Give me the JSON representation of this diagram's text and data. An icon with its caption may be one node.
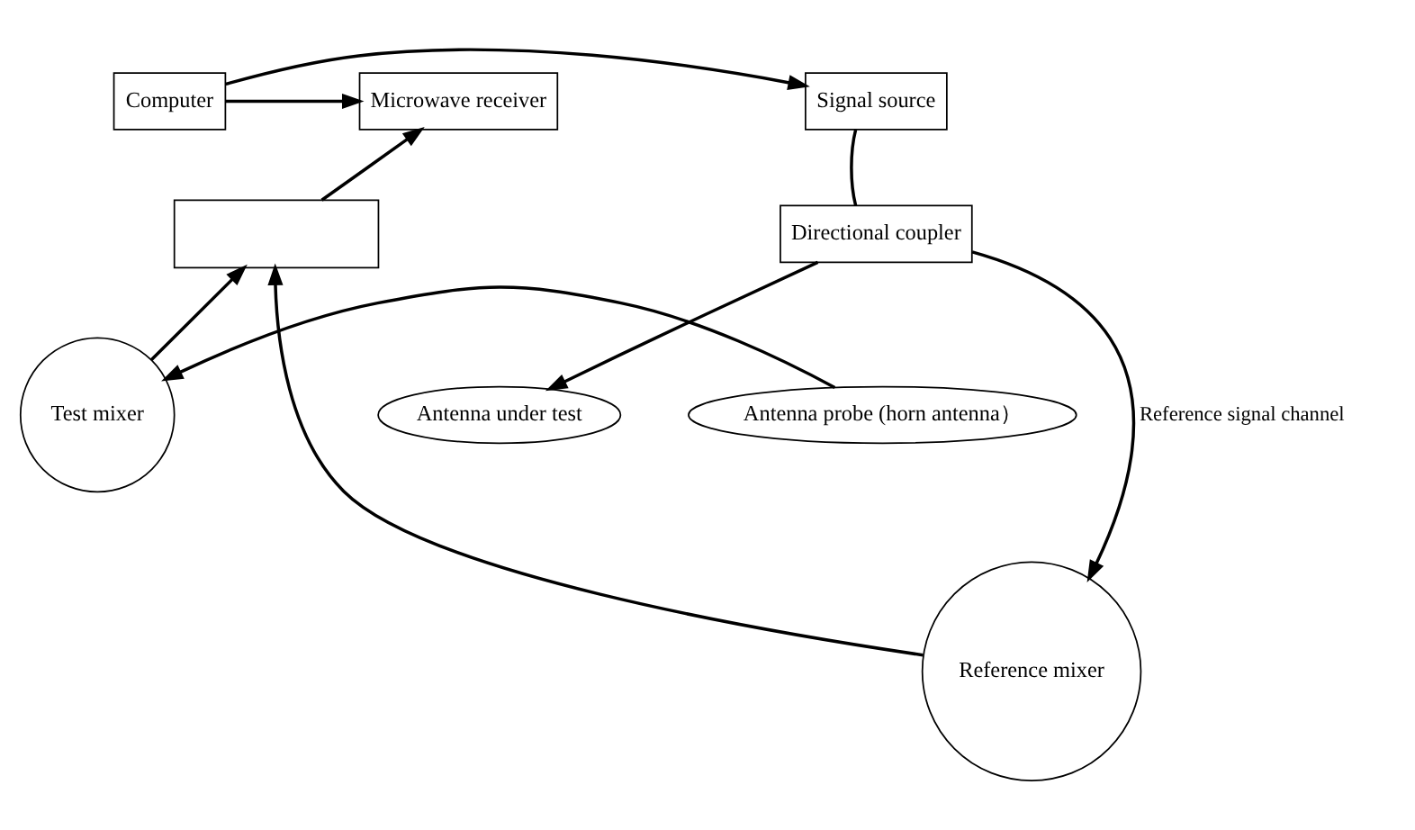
{
  "diagram": {
    "nodes": [
      {
        "text": [
          "Signal source"
        ]
      },
      {
        "text": [
          "Computer"
        ]
      },
      {
        "text": [
          "Microwave receiver"
        ]
      },
      {
        "text": [],
        "shape": "box"
      },
      {
        "text": [
          "Antenna under test"
        ]
      },
      {
        "text": [
          "Antenna probe (horn antenna）"
        ]
      },
      {
        "text": [
          "Test mixer"
        ]
      },
      {
        "text": [
          "Reference mixer"
        ]
      },
      {
        "text": [
          "Directional coupler"
        ]
      }
    ],
    "edges": [
      {
        "from": 0,
        "to": 8,
        "arrow": "none"
      },
      {
        "from": 8,
        "to": 4,
        "arrow": "to"
      },
      {
        "from": 8,
        "to": 7,
        "arrow": "to",
        "label": "Reference signal channel"
      },
      {
        "from": 5,
        "to": 6,
        "arrow": "to"
      },
      {
        "from": 6,
        "to": 3,
        "arrow": "to"
      },
      {
        "from": 7,
        "to": 3,
        "arrow": "to"
      },
      {
        "from": 3,
        "to": 2,
        "arrow": "to"
      },
      {
        "from": 1,
        "to": 0,
        "arrow": "to"
      },
      {
        "from": 1,
        "to": 2,
        "arrow": "to"
      }
    ]
  }
}
